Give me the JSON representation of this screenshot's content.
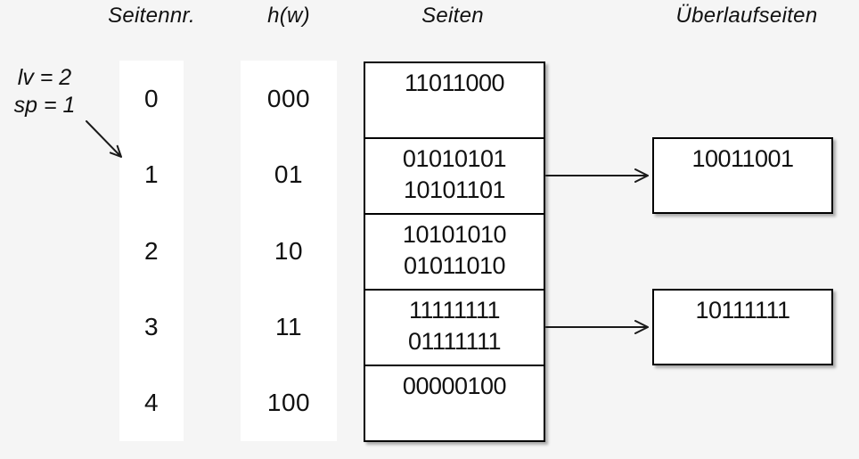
{
  "headers": {
    "page_no": "Seitennr.",
    "hash": "h(w)",
    "pages": "Seiten",
    "overflow": "Überlaufseiten"
  },
  "annotation": {
    "line1": "lv = 2",
    "line2": "sp = 1"
  },
  "rows": [
    {
      "page_no": "0",
      "hash": "000",
      "entries": [
        "11011000"
      ]
    },
    {
      "page_no": "1",
      "hash": "01",
      "entries": [
        "01010101",
        "10101101"
      ],
      "overflow": [
        "10011001"
      ]
    },
    {
      "page_no": "2",
      "hash": "10",
      "entries": [
        "10101010",
        "01011010"
      ]
    },
    {
      "page_no": "3",
      "hash": "11",
      "entries": [
        "11111111",
        "01111111"
      ],
      "overflow": [
        "10111111"
      ]
    },
    {
      "page_no": "4",
      "hash": "100",
      "entries": [
        "00000100"
      ]
    }
  ],
  "links": [
    {
      "from_page": "1",
      "to_overflow": "10011001"
    },
    {
      "from_page": "3",
      "to_overflow": "10111111"
    }
  ],
  "colors": {
    "background": "#f5f5f5",
    "box_background": "#ffffff",
    "border": "#000000",
    "text": "#111111"
  }
}
